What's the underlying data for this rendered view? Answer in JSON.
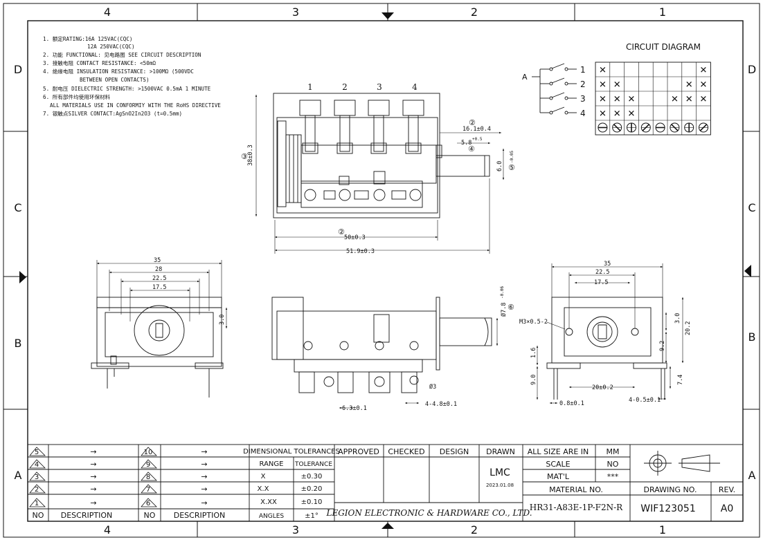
{
  "border": {
    "cols_top": [
      "4",
      "3",
      "2",
      "1"
    ],
    "cols_bottom": [
      "4",
      "3",
      "2",
      "1"
    ],
    "rows_left": [
      "D",
      "C",
      "B",
      "A"
    ],
    "rows_right": [
      "D",
      "C",
      "B",
      "A"
    ]
  },
  "notes": [
    "1. 额定RATING:16A 125VAC(CQC)",
    "12A 250VAC(CQC)",
    "2. 功能 FUNCTIONAL: 见电路图 SEE CIRCUIT DESCRIPTION",
    "3. 接触电阻 CONTACT RESISTANCE: <50mΩ",
    "4. 绝缘电阻 INSULATION RESISTANCE: >100MΩ (500VDC",
    "BETWEEN OPEN CONTACTS)",
    "5. 耐电压 DIELECTRIC STRENGTH: >1500VAC 0.5mA 1 MINUTE",
    "6. 所有部件均使用环保材料",
    "ALL MATERIALS USE IN CONFORMIY  WITH THE RoHS DIRECTIVE",
    "7. 银触点SILVER CONTACT:AgSnO2In2O3 (t=0.5mm)"
  ],
  "circuit": {
    "title": "CIRCUIT DIAGRAM",
    "common": "A",
    "positions": [
      "1",
      "2",
      "3",
      "4"
    ],
    "grid": [
      [
        1,
        0,
        0,
        0,
        0,
        0,
        0,
        1
      ],
      [
        1,
        1,
        0,
        0,
        0,
        0,
        1,
        1
      ],
      [
        1,
        1,
        1,
        0,
        0,
        1,
        1,
        1
      ],
      [
        1,
        1,
        1,
        0,
        0,
        0,
        0,
        0
      ]
    ],
    "mark": "✕"
  },
  "front_view": {
    "terminals": [
      "1",
      "2",
      "3",
      "4"
    ],
    "dims": {
      "d_16_1": "16.1±0.4",
      "d_5_8": "5.8",
      "d_5_8_tol": "+0.5",
      "d_6_0": "6.0",
      "d_6_0_tol": "-0.05",
      "d_38": "38±0.3",
      "d_50": "50±0.3",
      "d_51_9": "51.9±0.3"
    },
    "balloons": [
      "②",
      "③",
      "④",
      "⑤"
    ]
  },
  "left_view": {
    "dims": {
      "w35": "35",
      "w28": "28",
      "w22_5": "22.5",
      "w17_5": "17.5",
      "h3": "3.0"
    }
  },
  "side_view": {
    "dims": {
      "d_7_8": "Ø7.8",
      "d_7_8_tol": "-0.06",
      "phi3": "Ø3",
      "d_4_8": "4-4.8±0.1",
      "d_6_3": "6.3±0.1"
    },
    "balloon": "⑥"
  },
  "right_view": {
    "dims": {
      "w35": "35",
      "w22_5": "22.5",
      "w17_5": "17.5",
      "m3": "M3×0.5-2",
      "h3": "3.0",
      "h20_2": "20.2",
      "h9_2": "9.2",
      "h1_6": "1.6",
      "h9": "9.0",
      "w20": "20±0.2",
      "h7_4": "7.4",
      "w0_8": "0.8±0.1",
      "w4_0_5": "4-0.5±0.1"
    }
  },
  "title_block": {
    "rev_rows_left": [
      "5",
      "4",
      "3",
      "2",
      "1"
    ],
    "rev_rows_right": [
      "10",
      "9",
      "8",
      "7",
      "6"
    ],
    "arrow": "→",
    "no_label": "NO",
    "desc_label": "DESCRIPTION",
    "tol_title": "DIMENSIONAL TOLERANCES",
    "tol_head": [
      "RANGE",
      "TOLERANCE"
    ],
    "tol_rows": [
      [
        "X",
        "±0.30"
      ],
      [
        "X.X",
        "±0.20"
      ],
      [
        "X.XX",
        "±0.10"
      ],
      [
        "ANGLES",
        "±1°"
      ]
    ],
    "approvals": [
      "APPROVED",
      "CHECKED",
      "DESIGN",
      "DRAWN"
    ],
    "drawn_by": "LMC",
    "drawn_date": "2023.01.08",
    "company": "LEGION ELECTRONIC & HARDWARE CO., LTD.",
    "size_label": "ALL SIZE ARE IN",
    "size_val": "MM",
    "scale_label": "SCALE",
    "scale_val": "NO",
    "mat_label": "MAT'L",
    "mat_val": "***",
    "material_no_label": "MATERIAL NO.",
    "material_no": "HR31-A83E-1P-F2N-R",
    "drawing_no_label": "DRAWING NO.",
    "drawing_no": "WIF123051",
    "rev_label": "REV.",
    "rev": "A0"
  }
}
